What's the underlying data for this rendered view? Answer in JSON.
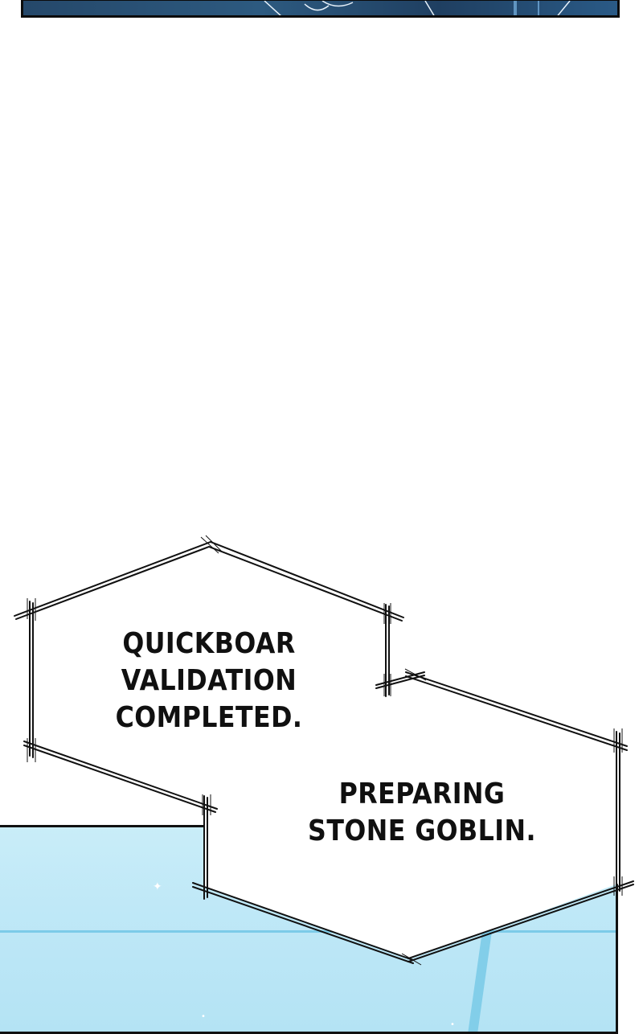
{
  "panels": {
    "top_panel_color": "#25486a",
    "bottom_panel_color": "#c4ebf8"
  },
  "bubbles": [
    {
      "lines": [
        "QUICKBOAR",
        "VALIDATION",
        "COMPLETED."
      ]
    },
    {
      "lines": [
        "PREPARING",
        "STONE GOBLIN."
      ]
    }
  ]
}
